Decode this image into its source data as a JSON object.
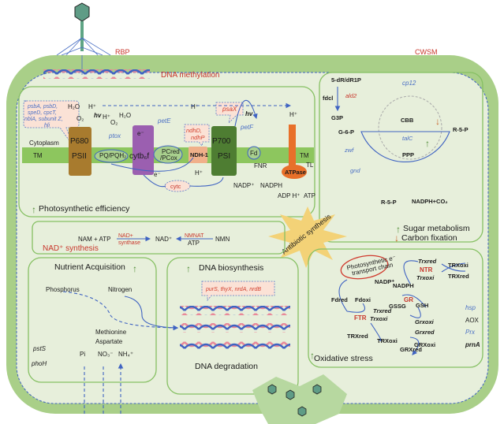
{
  "top": {
    "rbp": "RBP",
    "cwsm": "CWSM",
    "dna_methylation": "DNA methylation"
  },
  "photosynthesis": {
    "gene_bubble": [
      "psbA, psbD,",
      "speD, cpcT,",
      "nblA, subunit Z,",
      "hli"
    ],
    "h2o": "H₂O",
    "hplus": "H⁺",
    "o2": "O₂",
    "hv": "hv",
    "ptox": "ptox",
    "petE": "petE",
    "ndh_genes": [
      "ndhD,",
      "ndhP"
    ],
    "psaX": "psaX",
    "petF": "petF",
    "cytoplasm": "Cytoplasm",
    "tm": "TM",
    "p680": "P680",
    "psii": "PSII",
    "pq": "PQ/PQH₂",
    "cytb6f": "cytb₆f",
    "pc": [
      "PCred",
      "/PCox"
    ],
    "ndh1": "NDH-1",
    "p700": "P700",
    "psi": "PSI",
    "fd": "Fd",
    "fnr": "FNR",
    "nadp": "NADP⁺",
    "nadph": "NADPH",
    "atpase": "ATPase",
    "tl": "TL",
    "adp_h": "ADP H⁺",
    "atp": "ATP",
    "cytc": "cytc",
    "e": "e⁻",
    "title": "Photosynthetic efficiency"
  },
  "carbon": {
    "dr": "5-dR/dR1P",
    "fdcl": "fdcl",
    "ald2": "ald2",
    "cp12": "cp12",
    "g3p": "G3P",
    "g6p": "G-6-P",
    "cbb": "CBB",
    "r5p": "R-5-P",
    "talC": "talC",
    "zwf": "zwf",
    "ppp": "PPP",
    "gnd": "gnd",
    "nadph_co2": "NADPH+CO₂",
    "sugar": "Sugar metabolism",
    "carbon_fixation": "Carbon fixation"
  },
  "nad": {
    "nam_atp": "NAM + ATP",
    "synthase": [
      "NAD+",
      "synthase"
    ],
    "nad": "NAD⁺",
    "nmnat": "NMNAT",
    "atp": "ATP",
    "nmn": "NMN",
    "title": "NAD⁺ synthesis"
  },
  "antibiotic": "Antibiotic synthesis",
  "nutrient": {
    "title": "Nutrient Acquisition",
    "phosphorus": "Phosphorus",
    "nitrogen": "Nitrogen",
    "methionine": "Methionine",
    "aspartate": "Aspartate",
    "pstS": "pstS",
    "phoH": "phoH",
    "pi": "Pi",
    "no3": "NO₃⁻",
    "nh4": "NH₄⁺"
  },
  "dna": {
    "title": "DNA biosynthesis",
    "genes": "purS, thyX, nrdA, nrdB",
    "degradation": "DNA degradation"
  },
  "oxidative": {
    "chain": [
      "Photosynthetic e⁻",
      "transport chain"
    ],
    "trx_red": "Trxred",
    "trx_ox": "Trxoxi",
    "TRX_ox": "TRXoxi",
    "TRX_red": "TRXred",
    "ntr": "NTR",
    "nadp": "NADP⁺",
    "nadph": "NADPH",
    "gr": "GR",
    "gssg": "GSSG",
    "gsh": "GSH",
    "fd_red": "Fdred",
    "fd_ox": "Fdoxi",
    "ftr": "FTR",
    "grx_ox": "Grxoxi",
    "grx_red": "Grxred",
    "GRX_red": "GRXred",
    "GRX_ox": "GRXoxi",
    "hsp": "hsp",
    "aox": "AOX",
    "prx": "Prx",
    "prnA": "prnA",
    "title": "Oxidative stress"
  },
  "colors": {
    "cell_wall": "#a9cf88",
    "cytoplasm": "#e7efdb",
    "up_arrow": "#4f8a35",
    "down_arrow": "#c8642a",
    "membrane": "#8dc65e"
  }
}
